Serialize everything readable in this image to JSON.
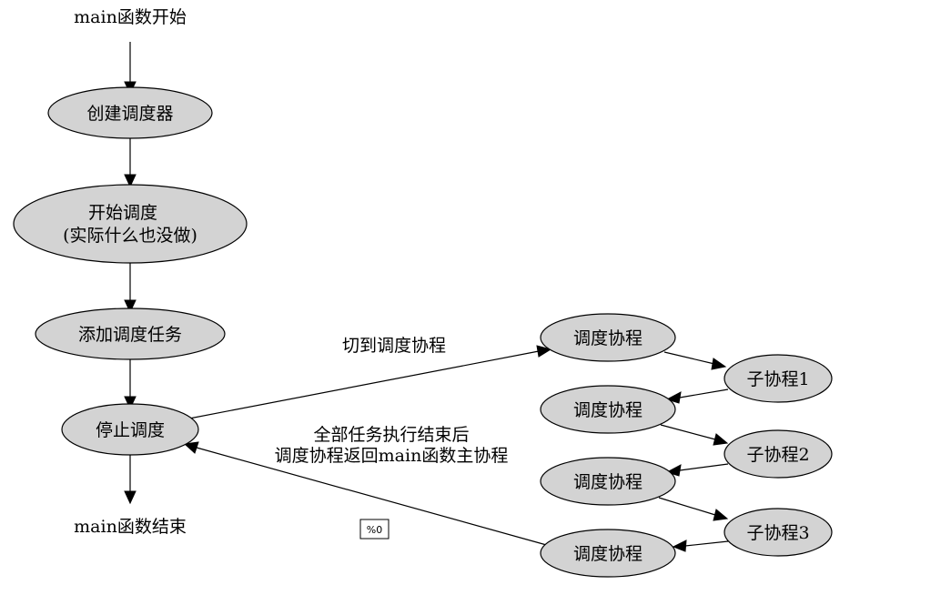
{
  "nodes": {
    "start": "main函数开始",
    "create": "创建调度器",
    "begin_line1": "开始调度",
    "begin_line2": "(实际什么也没做)",
    "add": "添加调度任务",
    "stop": "停止调度",
    "end": "main函数结束",
    "sched1": "调度协程",
    "sched2": "调度协程",
    "sched3": "调度协程",
    "sched4": "调度协程",
    "sub1": "子协程1",
    "sub2": "子协程2",
    "sub3": "子协程3"
  },
  "edges": {
    "switch_label": "切到调度协程",
    "return_line1": "全部任务执行结束后",
    "return_line2": "调度协程返回main函数主协程"
  },
  "badge": "%0"
}
